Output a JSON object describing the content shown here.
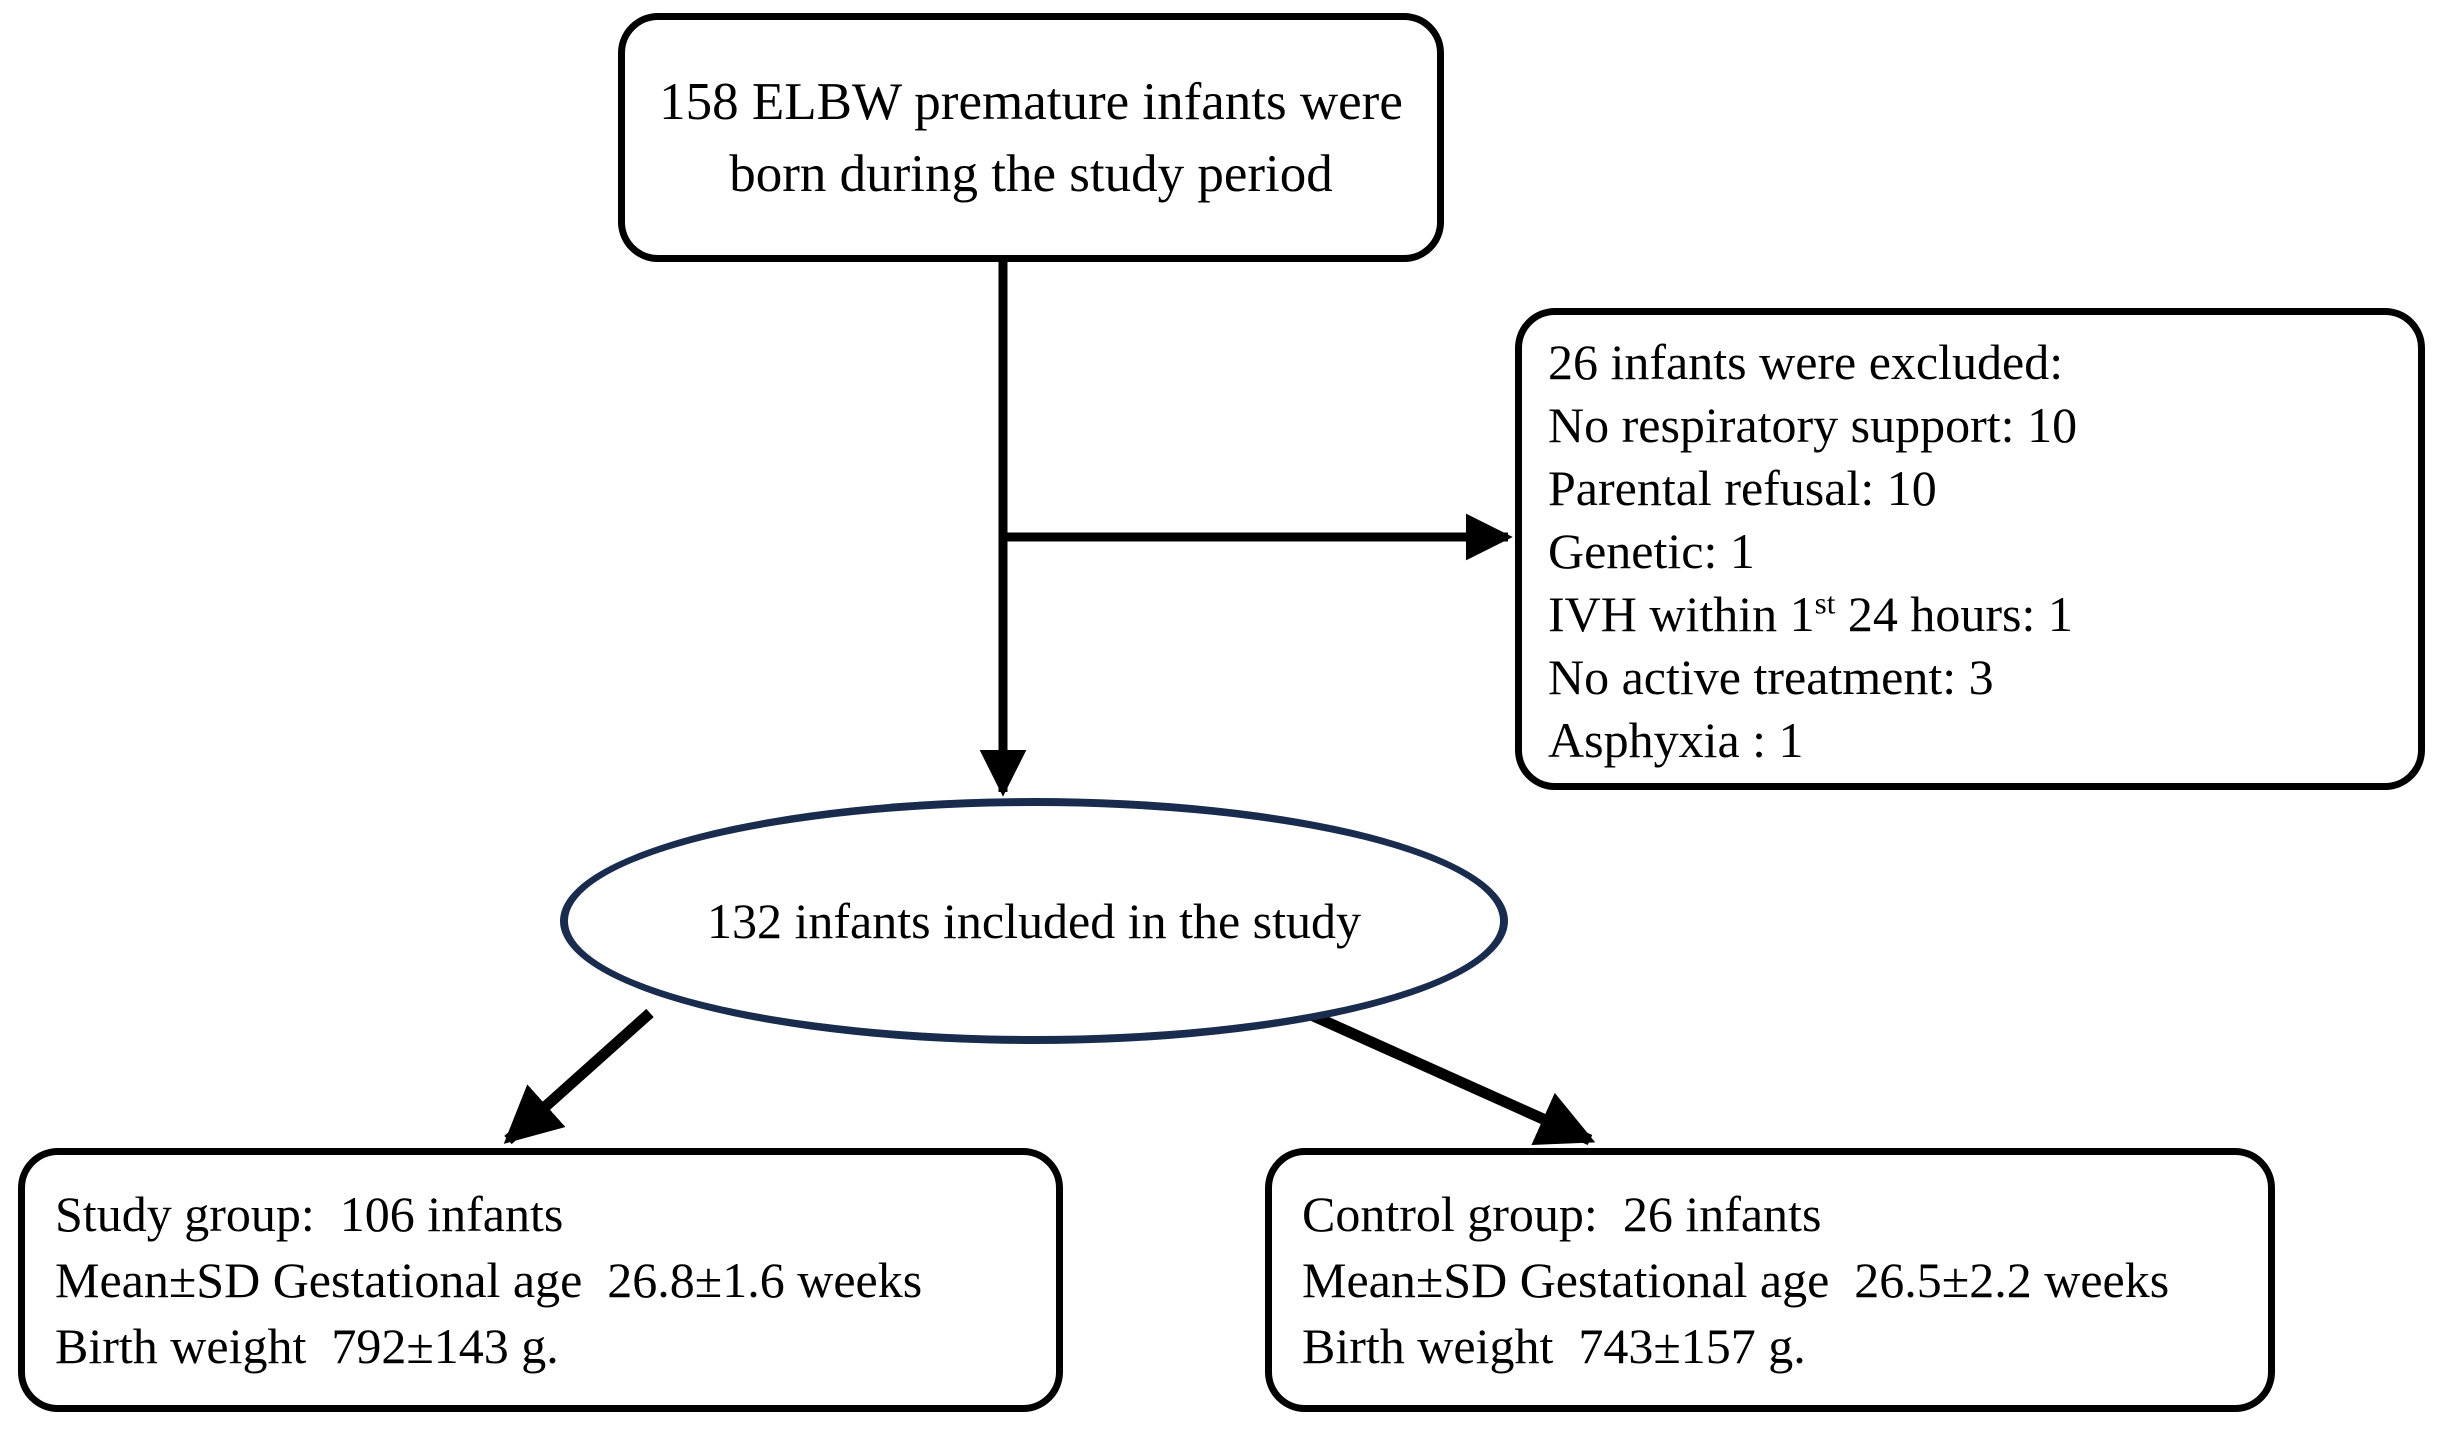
{
  "diagram": {
    "type": "study-flow-chart",
    "colors": {
      "box_border": "#000000",
      "ellipse_border": "#1A2C4E",
      "connector": "#000000",
      "background": "#FFFFFF",
      "text": "#000000"
    },
    "nodes": {
      "enrolled": {
        "shape": "rounded-rectangle",
        "lines": [
          "158 ELBW premature infants were",
          "born during the study period"
        ]
      },
      "excluded": {
        "shape": "rounded-rectangle",
        "heading": "26 infants were excluded:",
        "reasons": [
          {
            "label": "No respiratory support:",
            "count": "10"
          },
          {
            "label": "Parental refusal:",
            "count": "10"
          },
          {
            "label": "Genetic:",
            "count": "1"
          },
          {
            "label": "IVH within 1",
            "ordinal": "st",
            "label_tail": " 24 hours:",
            "count": "1"
          },
          {
            "label": "No active treatment:",
            "count": "3"
          },
          {
            "label": "Asphyxia :",
            "count": "1"
          }
        ]
      },
      "included": {
        "shape": "ellipse",
        "text": "132 infants included in the study"
      },
      "study_group": {
        "shape": "rounded-rectangle",
        "lines": [
          "Study group:  106 infants",
          "Mean±SD Gestational age  26.8±1.6 weeks",
          "Birth weight  792±143 g."
        ]
      },
      "control_group": {
        "shape": "rounded-rectangle",
        "lines": [
          "Control group:  26 infants",
          "Mean±SD Gestational age  26.5±2.2 weeks",
          "Birth weight  743±157 g."
        ]
      }
    },
    "connectors": [
      {
        "name": "enrolled-to-included",
        "from": "enrolled",
        "to": "included",
        "style": "straight-arrow-down"
      },
      {
        "name": "enrolled-to-excluded",
        "from": "enrolled",
        "to": "excluded",
        "style": "elbow-arrow-right"
      },
      {
        "name": "included-to-study-group",
        "from": "included",
        "to": "study_group",
        "style": "diagonal-arrow-down-left"
      },
      {
        "name": "included-to-control-group",
        "from": "included",
        "to": "control_group",
        "style": "diagonal-arrow-down-right"
      }
    ]
  }
}
